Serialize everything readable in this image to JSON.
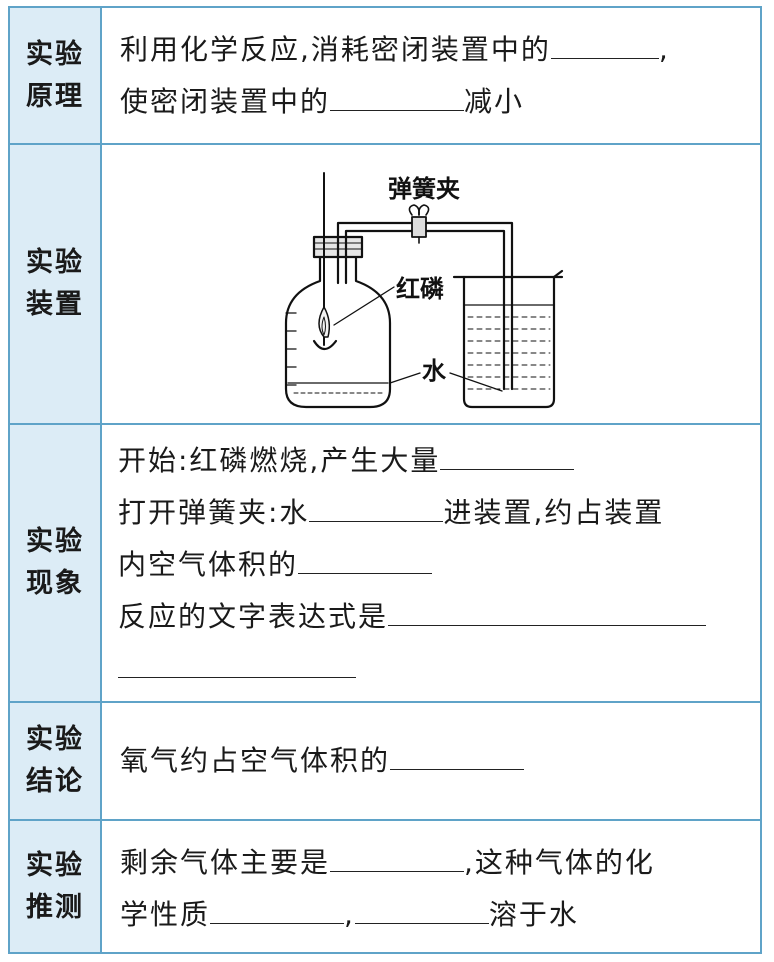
{
  "rows": [
    {
      "label": [
        "实验",
        "原理"
      ],
      "lines": [
        {
          "parts": [
            "利用化学反应,消耗密闭装置中的",
            "",
            ","
          ]
        },
        {
          "parts": [
            "使密闭装置中的",
            "",
            "减小"
          ]
        }
      ]
    },
    {
      "label": [
        "实验",
        "装置"
      ],
      "figure": {
        "clamp_label": "弹簧夹",
        "phosphorus_label": "红磷",
        "water_label": "水"
      }
    },
    {
      "label": [
        "实验",
        "现象"
      ],
      "lines": [
        {
          "parts": [
            "开始:红磷燃烧,产生大量",
            ""
          ]
        },
        {
          "parts": [
            "打开弹簧夹:水",
            "",
            "进装置,约占装置"
          ]
        },
        {
          "parts": [
            "内空气体积的",
            ""
          ]
        },
        {
          "parts": [
            "反应的文字表达式是",
            ""
          ]
        },
        {
          "parts": [
            "",
            ""
          ]
        }
      ]
    },
    {
      "label": [
        "实验",
        "结论"
      ],
      "lines": [
        {
          "parts": [
            "氧气约占空气体积的",
            ""
          ]
        }
      ]
    },
    {
      "label": [
        "实验",
        "推测"
      ],
      "lines": [
        {
          "parts": [
            "剩余气体主要是",
            "",
            ",这种气体的化"
          ]
        },
        {
          "parts": [
            "学性质",
            "",
            ",",
            "",
            "溶于水"
          ]
        }
      ]
    }
  ]
}
